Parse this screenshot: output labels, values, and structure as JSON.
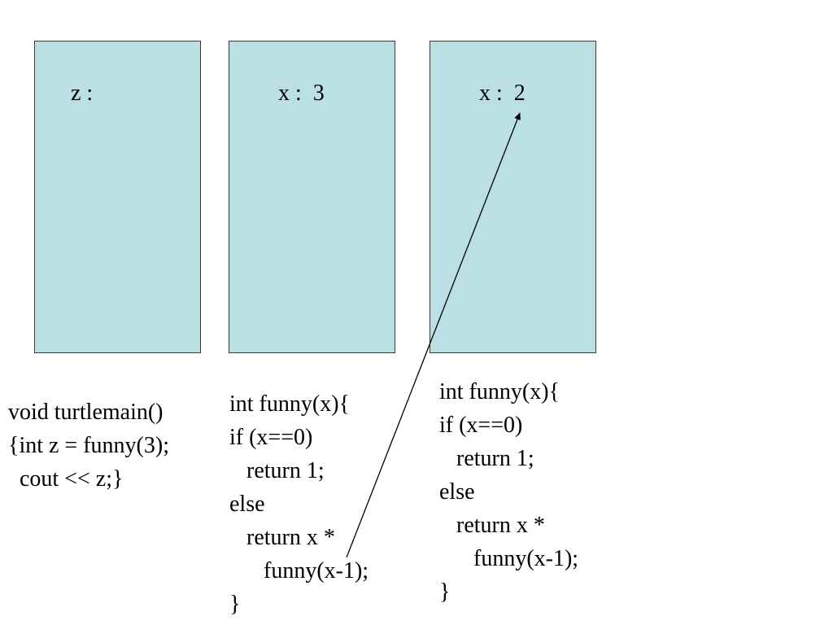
{
  "frames": [
    {
      "label": "z :"
    },
    {
      "label": "x :  3"
    },
    {
      "label": "x :  2"
    }
  ],
  "code": {
    "main": [
      "void turtlemain()",
      "{int z = funny(3);",
      "  cout << z;}"
    ],
    "funny_1": [
      "int funny(x){",
      "if (x==0)",
      "   return 1;",
      "else",
      "   return x *",
      "      funny(x-1);",
      "}"
    ],
    "funny_2": [
      "int funny(x){",
      "if (x==0)",
      "   return 1;",
      "else",
      "   return x *",
      "      funny(x-1);",
      "}"
    ]
  },
  "colors": {
    "frame_fill": "#bae0e3",
    "frame_border": "#3a3a3a",
    "arrow": "#000000"
  }
}
